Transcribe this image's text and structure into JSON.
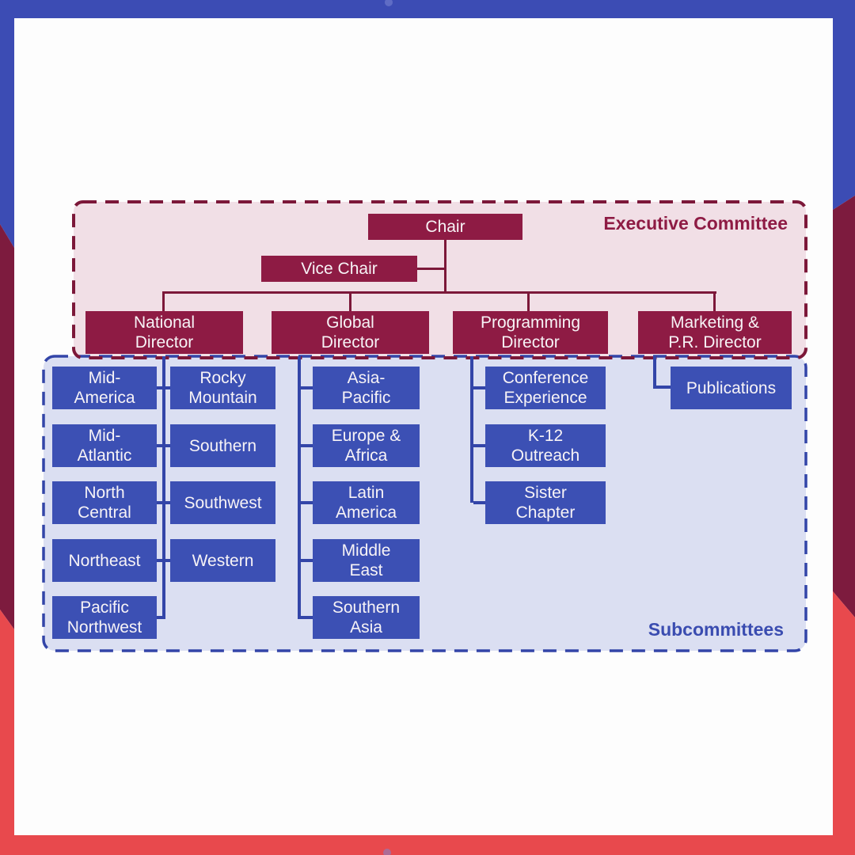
{
  "theme": {
    "frame-blue": "#3c4cb4",
    "frame-maroon": "#7d1b3e",
    "frame-red": "#e8494d",
    "panel-pink": "#f1dfe6",
    "panel-blue": "#dbdff2",
    "node-maroon": "#8e1b44",
    "node-blue": "#3c50b4",
    "dash-maroon": "#7c1839",
    "dash-blue": "#3345a8",
    "line-maroon": "#7c1839",
    "line-blue": "#3345a8",
    "label-maroon": "#8e1b44",
    "label-blue": "#3a4cb0",
    "text-white": "#f7f3f6",
    "card-white": "#fdfdfd"
  },
  "executive": {
    "label": "Executive Committee",
    "chair": "Chair",
    "vice_chair": "Vice Chair",
    "directors": [
      "National\nDirector",
      "Global\nDirector",
      "Programming\nDirector",
      "Marketing &\nP.R. Director"
    ]
  },
  "subcommittees": {
    "label": "Subcommittees",
    "national_col_a": [
      "Mid-\nAmerica",
      "Mid-\nAtlantic",
      "North\nCentral",
      "Northeast",
      "Pacific\nNorthwest"
    ],
    "national_col_b": [
      "Rocky\nMountain",
      "Southern",
      "Southwest",
      "Western"
    ],
    "global": [
      "Asia-\nPacific",
      "Europe &\nAfrica",
      "Latin\nAmerica",
      "Middle\nEast",
      "Southern\nAsia"
    ],
    "programming": [
      "Conference\nExperience",
      "K-12\nOutreach",
      "Sister\nChapter"
    ],
    "marketing": [
      "Publications"
    ]
  }
}
